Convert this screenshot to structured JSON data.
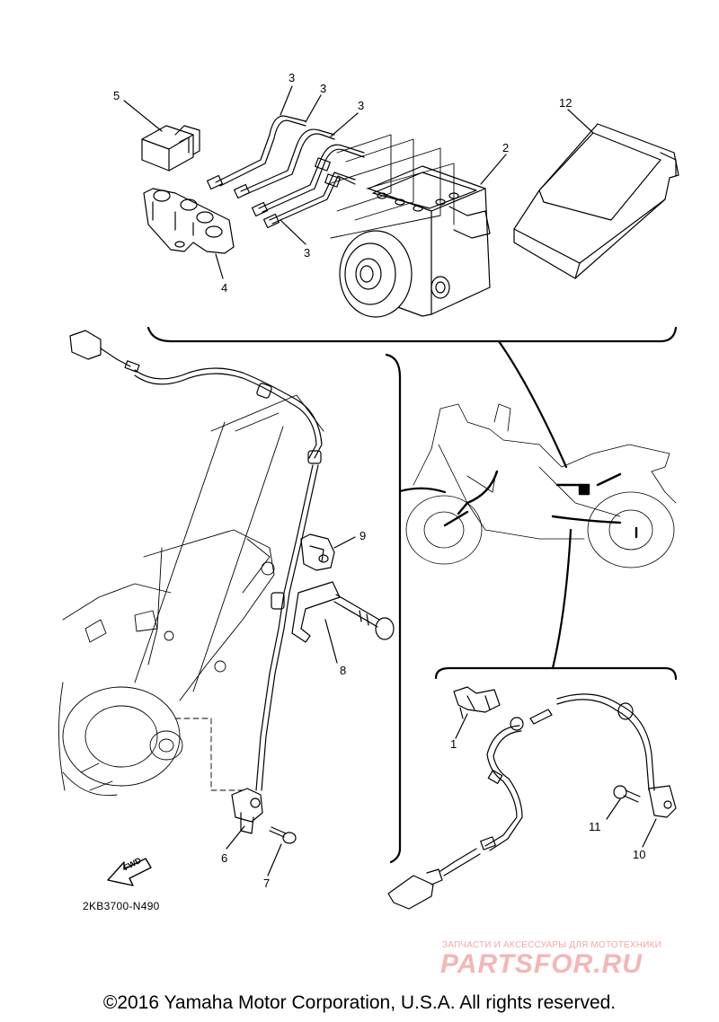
{
  "callouts": {
    "c1": "1",
    "c2": "2",
    "c3a": "3",
    "c3b": "3",
    "c3c": "3",
    "c3d": "3",
    "c4": "4",
    "c5": "5",
    "c6": "6",
    "c7": "7",
    "c8": "8",
    "c9": "9",
    "c10": "10",
    "c11": "11",
    "c12": "12"
  },
  "diagram_code": "2KB3700-N490",
  "fwd_label": "FWD",
  "watermark": {
    "tagline": "ЗАПЧАСТИ И АКСЕССУАРЫ ДЛЯ МОТОТЕХНИКИ",
    "logo": "PARTSFOR.RU"
  },
  "copyright": "©2016 Yamaha Motor Corporation, U.S.A. All rights reserved."
}
